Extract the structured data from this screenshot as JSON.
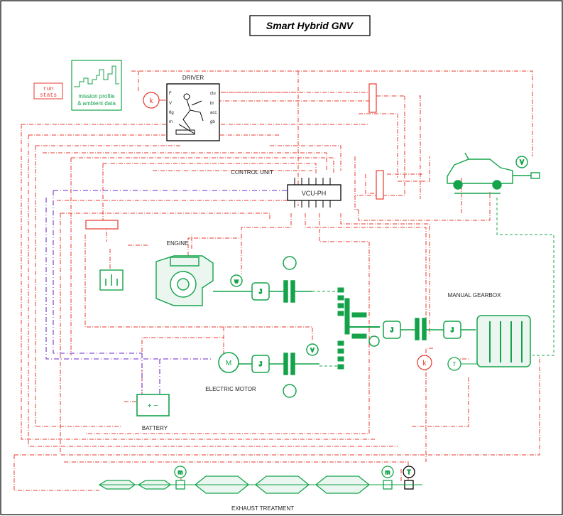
{
  "title": "Smart Hybrid GNV",
  "blocks": {
    "run_stats": [
      "run",
      "stats"
    ],
    "mission": {
      "line1": "mission profile",
      "line2": "& ambient data"
    },
    "driver": "DRIVER",
    "driver_ports_left": [
      "F",
      "V",
      "θg",
      "m"
    ],
    "driver_ports_right": [
      "clu",
      "br",
      "acc",
      "gb"
    ],
    "control_unit": "CONTROL UNIT",
    "vcu": "VCU-PH",
    "engine": "ENGINE",
    "manual_gearbox": "MANUAL GEARBOX",
    "electric_motor": "ELECTRIC MOTOR",
    "battery": "BATTERY",
    "exhaust": "EXHAUST TREATMENT",
    "const_k": "k",
    "motor_symbol": "M",
    "inertia_symbol": "J",
    "battery_signs": "+  −",
    "sensor_w": "w",
    "sensor_v": "V",
    "sensor_t": "T",
    "sensor_m": "m",
    "sensor_k": "K"
  },
  "colors": {
    "red": "#e8382c",
    "green": "#14a34a",
    "purple": "#8a4fd0"
  }
}
